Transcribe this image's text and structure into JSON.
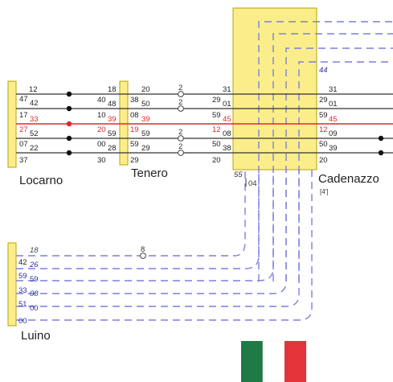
{
  "colors": {
    "station_box": "#fbee8a",
    "station_box_edge": "#b8a300",
    "track": "#333333",
    "highlight": "#e0262f",
    "dashed": "#7b7fe0",
    "blue_time": "#2d2fa8",
    "flag_green": "#1f7a45",
    "flag_white": "#ffffff",
    "flag_red": "#e3343a"
  },
  "stations": {
    "locarno": "Locarno",
    "tenero": "Tenero",
    "cadenazzo": "Cadenazzo",
    "cadenazzo_sub": "[4']",
    "luino": "Luino"
  },
  "times": {
    "locarno": [
      "12",
      "47",
      "42",
      "17",
      "33",
      "27",
      "52",
      "07",
      "22",
      "37"
    ],
    "tenero_left": [
      "18",
      "40",
      "48",
      "10",
      "39",
      "20",
      "59",
      "00",
      "28",
      "30"
    ],
    "tenero_right": [
      "20",
      "38",
      "50",
      "08",
      "39",
      "19",
      "59",
      "59",
      "29",
      "29"
    ],
    "cad_left": [
      "31",
      "29",
      "01",
      "59",
      "45",
      "12",
      "08",
      "50",
      "38",
      "20"
    ],
    "cad_right": [
      "31",
      "29",
      "01",
      "59",
      "45",
      "12",
      "09",
      "50",
      "39",
      "20"
    ],
    "cad_top": "44",
    "cad_bottom_left": "55",
    "cad_bottom_right": "04",
    "luino": [
      "18",
      "42",
      "26",
      "59",
      "59",
      "33",
      "08",
      "51",
      "00",
      "00"
    ]
  },
  "mid_labels": {
    "row1": "2",
    "row2": "2",
    "row5": "2",
    "row6": "2",
    "luino": "8"
  }
}
